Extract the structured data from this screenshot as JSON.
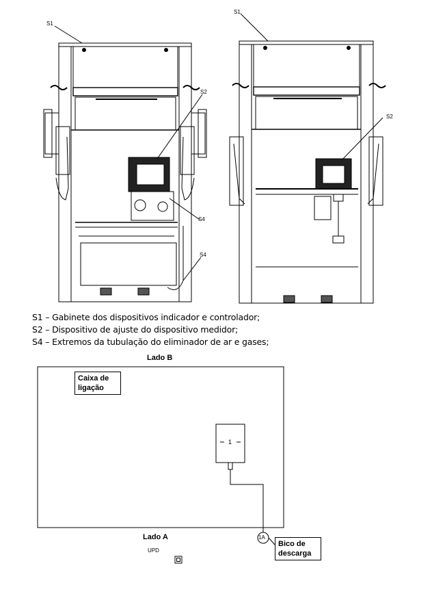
{
  "drawing_left": {
    "callouts": {
      "s1": "S1",
      "s2": "S2",
      "s4a": "S4",
      "s4b": "S4"
    }
  },
  "drawing_right": {
    "callouts": {
      "s1": "S1",
      "s2": "S2"
    }
  },
  "legend": {
    "items": [
      "S1 – Gabinete dos dispositivos indicador e controlador;",
      "S2 – Dispositivo de ajuste do dispositivo medidor;",
      "S4 – Extremos da tubulação do eliminador de ar e gases;"
    ]
  },
  "diagram": {
    "side_b": "Lado B",
    "side_a": "Lado A",
    "junction_box": "Caixa de ligação",
    "unit_number": "1",
    "nozzle_marker": "1A",
    "nozzle_box": "Bico de descarga",
    "upd": "UPD"
  }
}
